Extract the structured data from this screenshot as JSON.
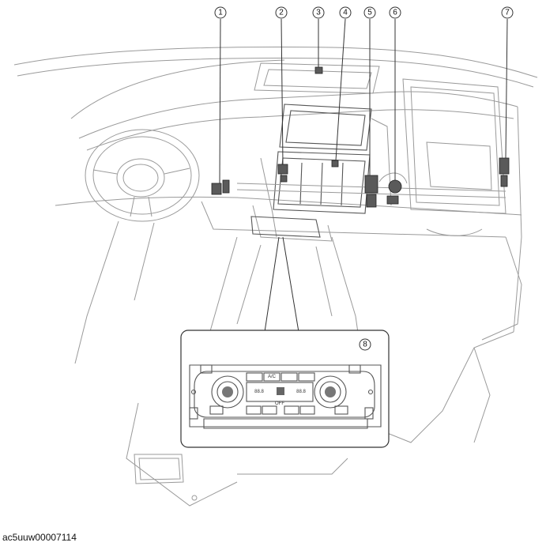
{
  "figure": {
    "id": "ac5uuw00007114"
  },
  "callouts": [
    "1",
    "2",
    "3",
    "4",
    "5",
    "6",
    "7",
    "8"
  ],
  "panel": {
    "temp_left": "88.8",
    "temp_right": "88.8",
    "off_label": "OFF",
    "ac_label": "A/C"
  }
}
